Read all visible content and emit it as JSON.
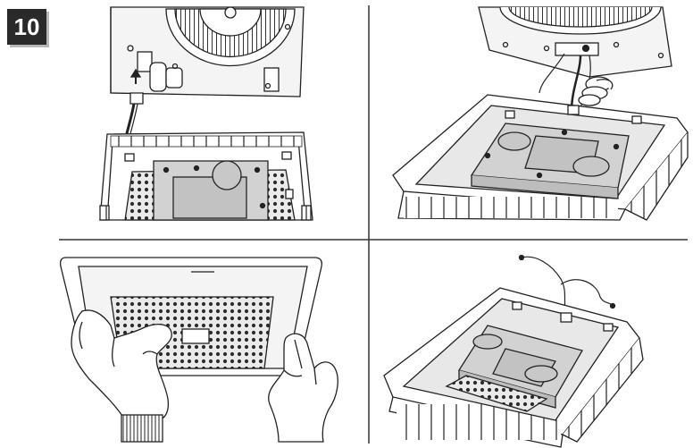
{
  "figure": {
    "step_number": "10",
    "panels": [
      {
        "id": "top-left",
        "icon": "fan-housing-wire-plug-connection"
      },
      {
        "id": "top-right",
        "icon": "wire-connector-plugged-into-grille"
      },
      {
        "id": "bottom-left",
        "icon": "hands-pushing-grille-into-ceiling"
      },
      {
        "id": "bottom-right",
        "icon": "installed-grille-assembly"
      }
    ]
  },
  "colors": {
    "line": "#222222",
    "background": "#ffffff",
    "badge": "#2a2a2a",
    "badge_shadow": "#b8b8b8",
    "metal": "#f2f2f2",
    "plate": "#cfcfcf"
  }
}
